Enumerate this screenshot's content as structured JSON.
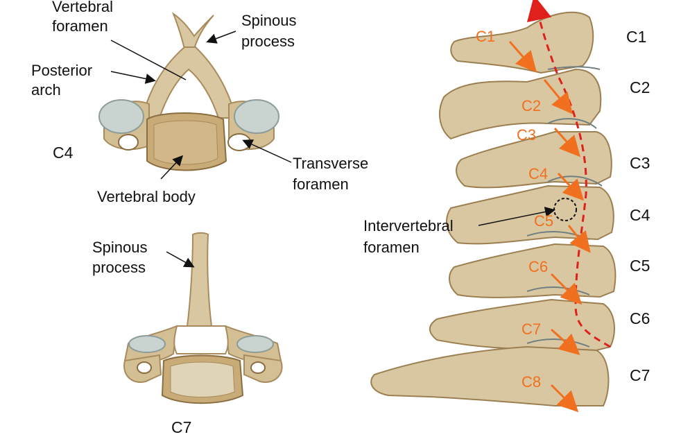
{
  "labels": {
    "vertebral_foramen": "Vertebral\nforamen",
    "spinous_process_top": "Spinous\nprocess",
    "posterior_arch": "Posterior\narch",
    "c4_left": "C4",
    "transverse_foramen": "Transverse\nforamen",
    "vertebral_body": "Vertebral body",
    "spinous_process_bottom": "Spinous\nprocess",
    "c7_bottom": "C7",
    "intervertebral_foramen": "Intervertebral\nforamen"
  },
  "levels_right": [
    "C1",
    "C2",
    "C3",
    "C4",
    "C5",
    "C6",
    "C7"
  ],
  "nerve_labels": [
    "C1",
    "C2",
    "C3",
    "C4",
    "C5",
    "C6",
    "C7",
    "C8"
  ],
  "colors": {
    "bone": "#d9c7a2",
    "bone_dark": "#b89b6c",
    "cartilage": "#c9d3d0",
    "nerve_label": "#f07020",
    "arrow": "#f07020",
    "dashed_path": "#e0201a"
  }
}
